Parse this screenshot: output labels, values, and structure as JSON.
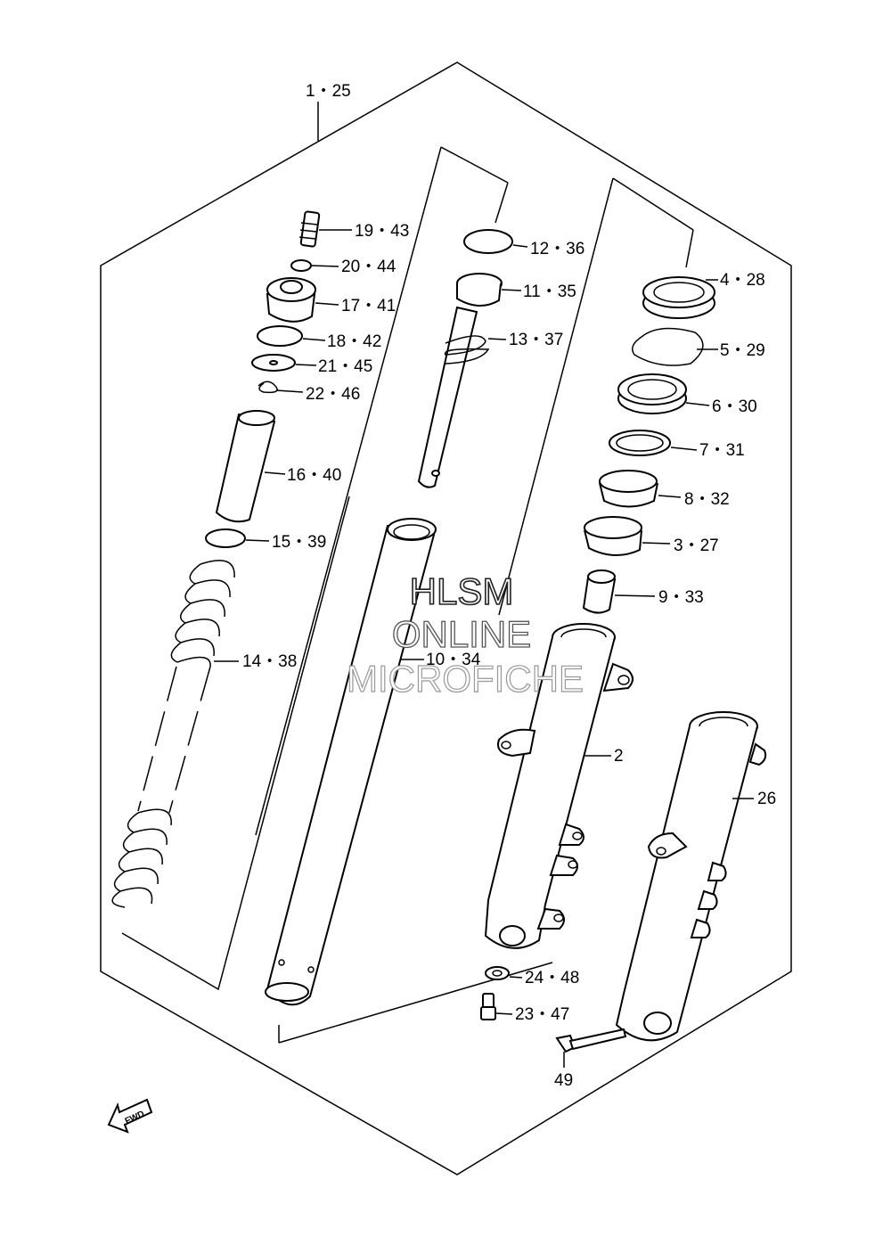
{
  "labels": {
    "l1_25": "1・25",
    "l19_43": "19・43",
    "l20_44": "20・44",
    "l17_41": "17・41",
    "l18_42": "18・42",
    "l21_45": "21・45",
    "l22_46": "22・46",
    "l16_40": "16・40",
    "l15_39": "15・39",
    "l14_38": "14・38",
    "l12_36": "12・36",
    "l11_35": "11・35",
    "l13_37": "13・37",
    "l10_34": "10・34",
    "l4_28": "4・28",
    "l5_29": "5・29",
    "l6_30": "6・30",
    "l7_31": "7・31",
    "l8_32": "8・32",
    "l3_27": "3・27",
    "l9_33": "9・33",
    "l2": "2",
    "l26": "26",
    "l24_48": "24・48",
    "l23_47": "23・47",
    "l49": "49"
  },
  "watermark": {
    "line1": "HLSM",
    "line2": "ONLINE",
    "line3": "MICROFICHE"
  },
  "fwd_arrow": {
    "text": "FWD",
    "icon": "fwd-arrow-icon"
  }
}
